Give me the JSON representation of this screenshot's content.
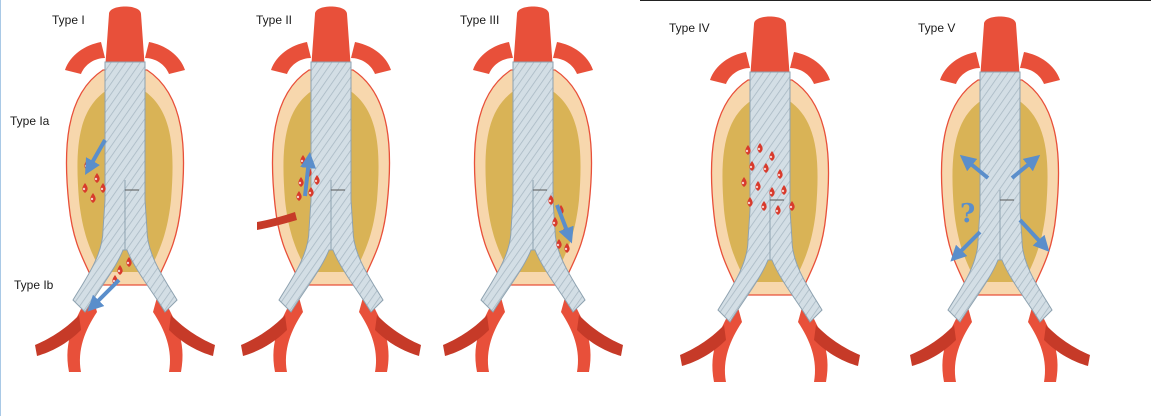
{
  "labels": {
    "type1": "Type I",
    "type2": "Type II",
    "type3": "Type III",
    "type4": "Type IV",
    "type5": "Type V",
    "type1a": "Type Ia",
    "type1b": "Type Ib",
    "unknown_mark": "?"
  },
  "colors": {
    "artery": "#e8503a",
    "artery_dark": "#c63a28",
    "sac_outer": "#f7d7ad",
    "sac_inner": "#d9b356",
    "graft": "#cfdbe2",
    "graft_weave": "#a9b9c4",
    "drop": "#d83a2c",
    "arrow": "#5a8ecb"
  }
}
